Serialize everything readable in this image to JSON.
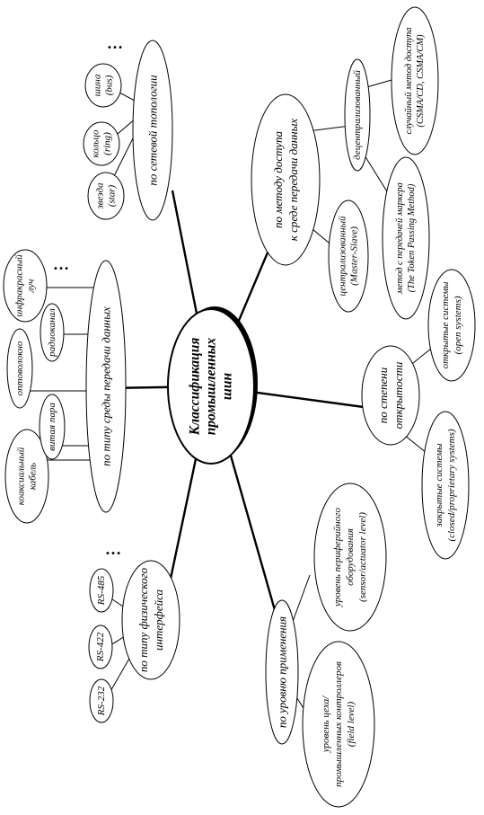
{
  "center": {
    "lines": [
      "Классификация",
      "промышленных",
      "шин"
    ]
  },
  "categories": {
    "topology": {
      "label": [
        "по сетевой топологии"
      ],
      "items": [
        {
          "lines": [
            "звезда",
            "(star)"
          ]
        },
        {
          "lines": [
            "кольцо",
            "(ring)"
          ]
        },
        {
          "lines": [
            "шина",
            "(bus)"
          ]
        }
      ],
      "more": "…"
    },
    "access": {
      "label": [
        "по методу доступа",
        "к среде передачи данных"
      ],
      "centralized": {
        "lines": [
          "централизованный",
          "(Master-Slave)"
        ]
      },
      "decentralized": {
        "lines": [
          "децентрализованный"
        ],
        "children": [
          {
            "lines": [
              "метод с передачей маркера",
              "(The Token Passing Method)"
            ]
          },
          {
            "lines": [
              "случайный метод доступа",
              "(CSMA/CD, CSMA/CM)"
            ]
          }
        ]
      }
    },
    "medium": {
      "label": [
        "по типу среды передачи данных"
      ],
      "items": [
        {
          "lines": [
            "коаксиальный",
            "кабель"
          ]
        },
        {
          "lines": [
            "витая пара"
          ]
        },
        {
          "lines": [
            "оптоволокно"
          ]
        },
        {
          "lines": [
            "радиоканал"
          ]
        },
        {
          "lines": [
            "инфракрасный",
            "луч"
          ]
        }
      ],
      "more": "…"
    },
    "openness": {
      "label": [
        "по степени",
        "открытости"
      ],
      "items": [
        {
          "lines": [
            "закрытые системы",
            "(closed/proprietary systems)"
          ]
        },
        {
          "lines": [
            "открытые системы",
            "(open systems)"
          ]
        }
      ]
    },
    "interface": {
      "label": [
        "по типу физического",
        "интерфейса"
      ],
      "items": [
        {
          "lines": [
            "RS-232"
          ]
        },
        {
          "lines": [
            "RS-422"
          ]
        },
        {
          "lines": [
            "RS-485"
          ]
        }
      ],
      "more": "…"
    },
    "application": {
      "label": [
        "по уровню применения"
      ],
      "items": [
        {
          "lines": [
            "уровень цеха/",
            "промышленных контроллеров",
            "(field level)"
          ]
        },
        {
          "lines": [
            "уровень периферийного",
            "оборудования",
            "(sensor/actuator level)"
          ]
        }
      ]
    }
  }
}
